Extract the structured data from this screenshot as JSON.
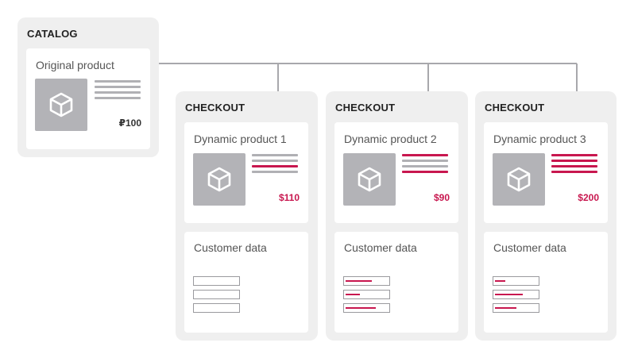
{
  "catalog": {
    "title": "CATALOG",
    "card_title": "Original product",
    "price": "₽100",
    "description_lines": [
      "gray",
      "gray",
      "gray",
      "gray"
    ]
  },
  "checkouts": [
    {
      "title": "CHECKOUT",
      "card_title": "Dynamic product 1",
      "price": "$110",
      "description_lines": [
        "gray",
        "gray",
        "red",
        "gray"
      ],
      "customer_label": "Customer data",
      "field_fill": [
        0,
        0,
        0
      ]
    },
    {
      "title": "CHECKOUT",
      "card_title": "Dynamic product 2",
      "price": "$90",
      "description_lines": [
        "red",
        "gray",
        "gray",
        "red"
      ],
      "customer_label": "Customer data",
      "field_fill": [
        0.62,
        0.34,
        0.72
      ]
    },
    {
      "title": "CHECKOUT",
      "card_title": "Dynamic product  3",
      "price": "$200",
      "description_lines": [
        "red",
        "red",
        "red",
        "red"
      ],
      "customer_label": "Customer data",
      "field_fill": [
        0.24,
        0.66,
        0.5
      ]
    }
  ],
  "colors": {
    "accent": "#c8174f",
    "panel_bg": "#efefef",
    "image_placeholder": "#b3b3b7",
    "connector": "#a8a8ac"
  },
  "icons": {
    "product_image": "cube-icon"
  }
}
